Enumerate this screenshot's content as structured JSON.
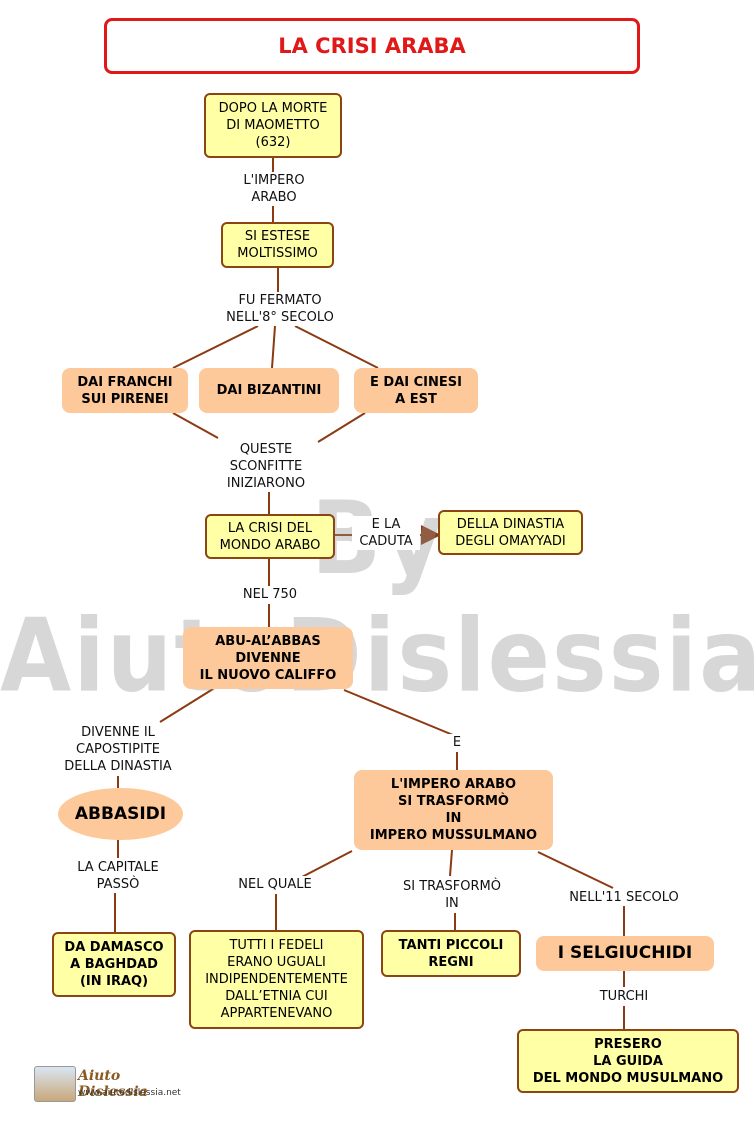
{
  "title": "LA CRISI ARABA",
  "watermark": "By AiutoDislessia.net",
  "nodes": {
    "morte": "DOPO LA MORTE\nDI MAOMETTO\n(632)",
    "estese": "SI ESTESE\nMOLTISSIMO",
    "franchi": "DAI FRANCHI\nSUI PIRENEI",
    "bizantini": "DAI BIZANTINI",
    "cinesi": "E DAI CINESI\nA EST",
    "crisi": "LA CRISI DEL\nMONDO ARABO",
    "omayyadi": "DELLA DINASTIA\nDEGLI OMAYYADI",
    "abbas": "ABU-AL’ABBAS\nDIVENNE\nIL NUOVO CALIFFO",
    "abbasidi": "ABBASIDI",
    "impero": "L'IMPERO ARABO\nSI TRASFORMÒ\nIN\nIMPERO MUSSULMANO",
    "damasco": "DA DAMASCO\nA BAGHDAD\n(IN IRAQ)",
    "fedeli": "TUTTI I FEDELI\nERANO UGUALI\nINDIPENDENTEMENTE\nDALL’ETNIA CUI\nAPPARTENEVANO",
    "regni": "TANTI PICCOLI\nREGNI",
    "selgiuchidi": "I SELGIUCHIDI",
    "guida": "PRESERO\nLA GUIDA\nDEL MONDO MUSULMANO"
  },
  "links": {
    "impero_arabo": "L'IMPERO\nARABO",
    "fermato": "FU FERMATO\nNELL'8° SECOLO",
    "sconfitte": "QUESTE\nSCONFITTE\nINIZIARONO",
    "caduta": "E LA\nCADUTA",
    "nel750": "NEL 750",
    "capostipite": "DIVENNE IL\nCAPOSTIPITE\nDELLA DINASTIA",
    "e": "E",
    "capitale": "LA CAPITALE\nPASSÒ",
    "nel_quale": "NEL QUALE",
    "trasformo_in": "SI TRASFORMÒ\nIN",
    "nell11": "NELL'11 SECOLO",
    "turchi": "TURCHI"
  },
  "logo": {
    "brand": "Aiuto Dislessia",
    "url": "www.aiutodislessia.net"
  },
  "colors": {
    "title": "#e01818",
    "yellow_node": "#ffffa6",
    "orange_node": "#fdc99a",
    "line": "#8b3a12"
  }
}
